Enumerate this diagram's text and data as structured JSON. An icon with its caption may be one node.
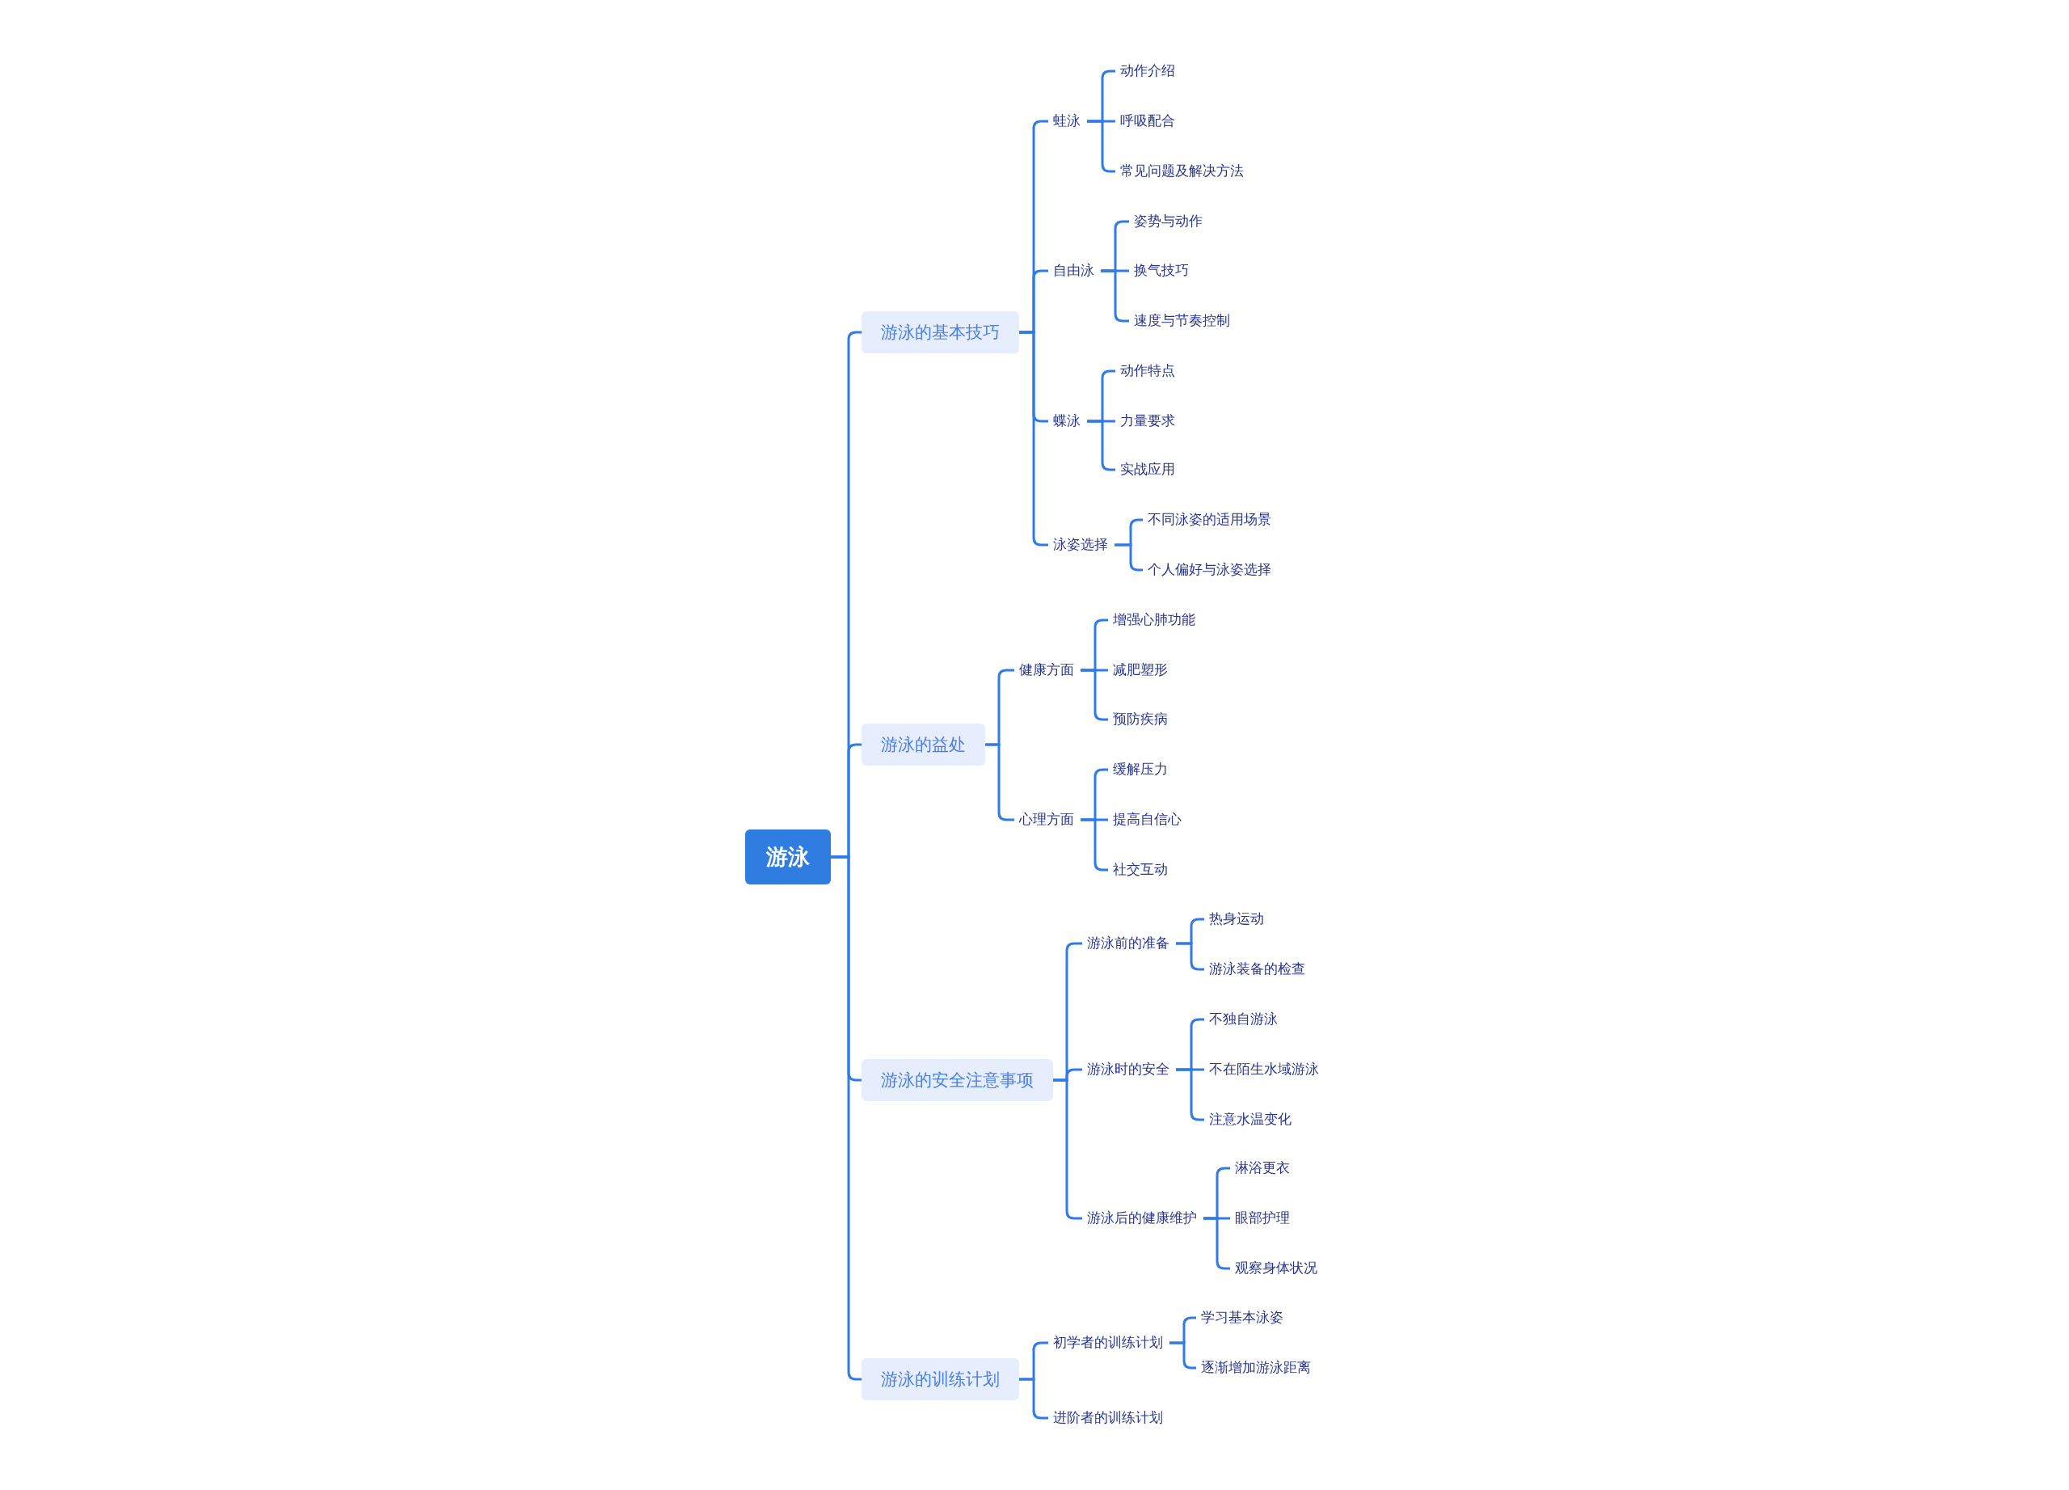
{
  "diagram": {
    "nodes": [
      {
        "text": [
          "游泳"
        ]
      },
      {
        "text": [
          "游泳的基本技巧"
        ]
      },
      {
        "text": [
          "蛙泳"
        ]
      },
      {
        "text": [
          "动作介绍"
        ]
      },
      {
        "text": [
          "呼吸配合"
        ]
      },
      {
        "text": [
          "常见问题及解决方法"
        ]
      },
      {
        "text": [
          "自由泳"
        ]
      },
      {
        "text": [
          "姿势与动作"
        ]
      },
      {
        "text": [
          "换气技巧"
        ]
      },
      {
        "text": [
          "速度与节奏控制"
        ]
      },
      {
        "text": [
          "蝶泳"
        ]
      },
      {
        "text": [
          "动作特点"
        ]
      },
      {
        "text": [
          "力量要求"
        ]
      },
      {
        "text": [
          "实战应用"
        ]
      },
      {
        "text": [
          "泳姿选择"
        ]
      },
      {
        "text": [
          "不同泳姿的适用场景"
        ]
      },
      {
        "text": [
          "个人偏好与泳姿选择"
        ]
      },
      {
        "text": [
          "游泳的益处"
        ]
      },
      {
        "text": [
          "健康方面"
        ]
      },
      {
        "text": [
          "增强心肺功能"
        ]
      },
      {
        "text": [
          "减肥塑形"
        ]
      },
      {
        "text": [
          "预防疾病"
        ]
      },
      {
        "text": [
          "心理方面"
        ]
      },
      {
        "text": [
          "缓解压力"
        ]
      },
      {
        "text": [
          "提高自信心"
        ]
      },
      {
        "text": [
          "社交互动"
        ]
      },
      {
        "text": [
          "游泳的安全注意事项"
        ]
      },
      {
        "text": [
          "游泳前的准备"
        ]
      },
      {
        "text": [
          "热身运动"
        ]
      },
      {
        "text": [
          "游泳装备的检查"
        ]
      },
      {
        "text": [
          "游泳时的安全"
        ]
      },
      {
        "text": [
          "不独自游泳"
        ]
      },
      {
        "text": [
          "不在陌生水域游泳"
        ]
      },
      {
        "text": [
          "注意水温变化"
        ]
      },
      {
        "text": [
          "游泳后的健康维护"
        ]
      },
      {
        "text": [
          "淋浴更衣"
        ]
      },
      {
        "text": [
          "眼部护理"
        ]
      },
      {
        "text": [
          "观察身体状况"
        ]
      },
      {
        "text": [
          "游泳的训练计划"
        ]
      },
      {
        "text": [
          "初学者的训练计划"
        ]
      },
      {
        "text": [
          "学习基本泳姿"
        ]
      },
      {
        "text": [
          "逐渐增加游泳距离"
        ]
      },
      {
        "text": [
          "进阶者的训练计划"
        ]
      }
    ],
    "edges": [
      {
        "from": 0,
        "to": 1,
        "arrow": "none"
      },
      {
        "from": 1,
        "to": 2,
        "arrow": "none"
      },
      {
        "from": 2,
        "to": 3,
        "arrow": "none"
      },
      {
        "from": 2,
        "to": 4,
        "arrow": "none"
      },
      {
        "from": 2,
        "to": 5,
        "arrow": "none"
      },
      {
        "from": 1,
        "to": 6,
        "arrow": "none"
      },
      {
        "from": 6,
        "to": 7,
        "arrow": "none"
      },
      {
        "from": 6,
        "to": 8,
        "arrow": "none"
      },
      {
        "from": 6,
        "to": 9,
        "arrow": "none"
      },
      {
        "from": 1,
        "to": 10,
        "arrow": "none"
      },
      {
        "from": 10,
        "to": 11,
        "arrow": "none"
      },
      {
        "from": 10,
        "to": 12,
        "arrow": "none"
      },
      {
        "from": 10,
        "to": 13,
        "arrow": "none"
      },
      {
        "from": 1,
        "to": 14,
        "arrow": "none"
      },
      {
        "from": 14,
        "to": 15,
        "arrow": "none"
      },
      {
        "from": 14,
        "to": 16,
        "arrow": "none"
      },
      {
        "from": 0,
        "to": 17,
        "arrow": "none"
      },
      {
        "from": 17,
        "to": 18,
        "arrow": "none"
      },
      {
        "from": 18,
        "to": 19,
        "arrow": "none"
      },
      {
        "from": 18,
        "to": 20,
        "arrow": "none"
      },
      {
        "from": 18,
        "to": 21,
        "arrow": "none"
      },
      {
        "from": 17,
        "to": 22,
        "arrow": "none"
      },
      {
        "from": 22,
        "to": 23,
        "arrow": "none"
      },
      {
        "from": 22,
        "to": 24,
        "arrow": "none"
      },
      {
        "from": 22,
        "to": 25,
        "arrow": "none"
      },
      {
        "from": 0,
        "to": 26,
        "arrow": "none"
      },
      {
        "from": 26,
        "to": 27,
        "arrow": "none"
      },
      {
        "from": 27,
        "to": 28,
        "arrow": "none"
      },
      {
        "from": 27,
        "to": 29,
        "arrow": "none"
      },
      {
        "from": 26,
        "to": 30,
        "arrow": "none"
      },
      {
        "from": 30,
        "to": 31,
        "arrow": "none"
      },
      {
        "from": 30,
        "to": 32,
        "arrow": "none"
      },
      {
        "from": 30,
        "to": 33,
        "arrow": "none"
      },
      {
        "from": 26,
        "to": 34,
        "arrow": "none"
      },
      {
        "from": 34,
        "to": 35,
        "arrow": "none"
      },
      {
        "from": 34,
        "to": 36,
        "arrow": "none"
      },
      {
        "from": 34,
        "to": 37,
        "arrow": "none"
      },
      {
        "from": 0,
        "to": 38,
        "arrow": "none"
      },
      {
        "from": 38,
        "to": 39,
        "arrow": "none"
      },
      {
        "from": 39,
        "to": 40,
        "arrow": "none"
      },
      {
        "from": 39,
        "to": 41,
        "arrow": "none"
      },
      {
        "from": 38,
        "to": 42,
        "arrow": "none"
      }
    ]
  }
}
